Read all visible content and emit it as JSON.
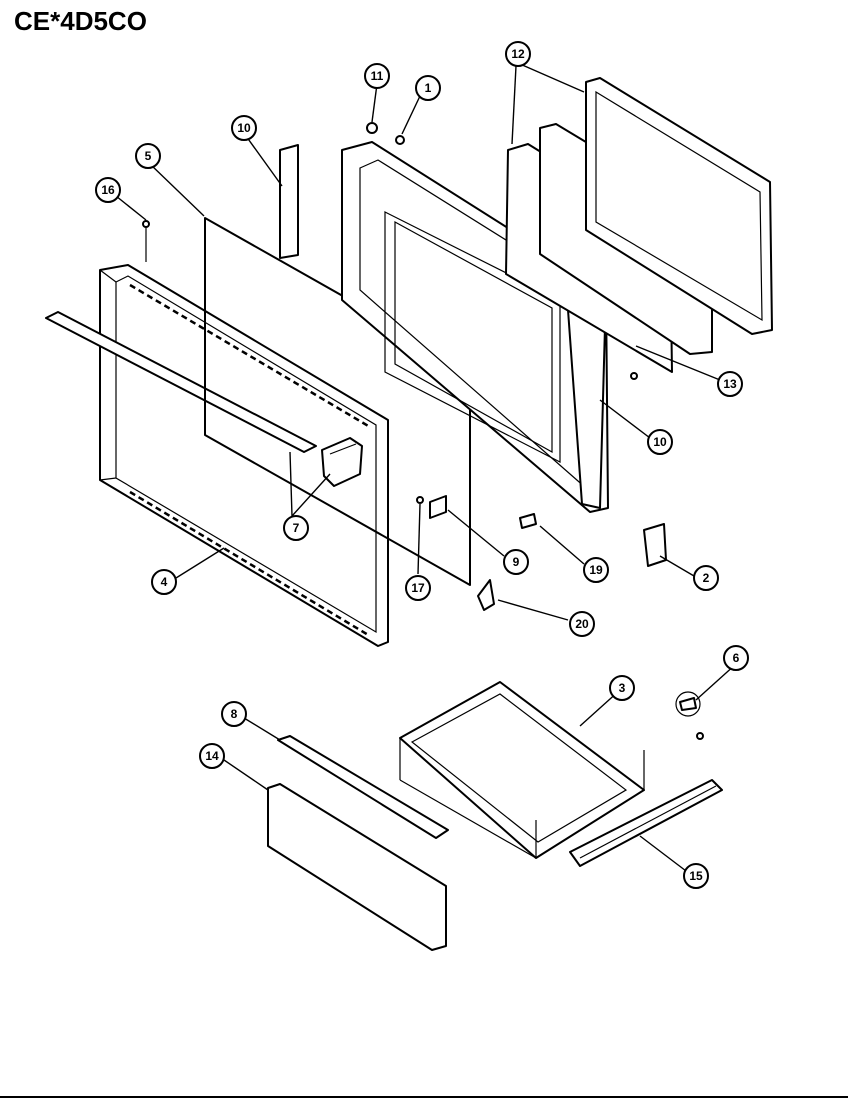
{
  "title": "CE*4D5CO",
  "callouts": [
    {
      "label": "11"
    },
    {
      "label": "1"
    },
    {
      "label": "12"
    },
    {
      "label": "10"
    },
    {
      "label": "5"
    },
    {
      "label": "16"
    },
    {
      "label": "13"
    },
    {
      "label": "10"
    },
    {
      "label": "7"
    },
    {
      "label": "4"
    },
    {
      "label": "17"
    },
    {
      "label": "9"
    },
    {
      "label": "19"
    },
    {
      "label": "2"
    },
    {
      "label": "20"
    },
    {
      "label": "6"
    },
    {
      "label": "3"
    },
    {
      "label": "8"
    },
    {
      "label": "14"
    },
    {
      "label": "15"
    }
  ]
}
